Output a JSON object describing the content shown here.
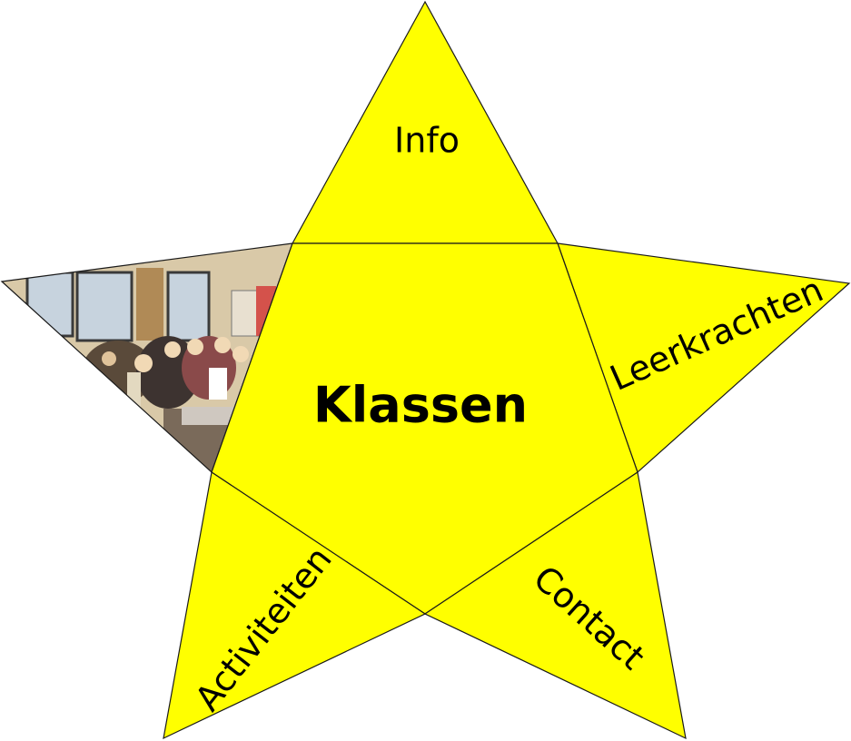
{
  "colors": {
    "star_fill": "#ffff00",
    "star_stroke": "#1a1a1a",
    "photo_wall": "#d9c9a8",
    "photo_window": "#c7d3de",
    "photo_frame": "#3a3a3a",
    "photo_crowd": "#5a4a3a",
    "photo_floor": "#7a6a5a"
  },
  "segments": {
    "info": "Info",
    "leerkrachten": "Leerkrachten",
    "klassen": "Klassen",
    "activiteiten": "Activiteiten",
    "contact": "Contact"
  },
  "photo": {
    "icon": "classroom-photo"
  }
}
